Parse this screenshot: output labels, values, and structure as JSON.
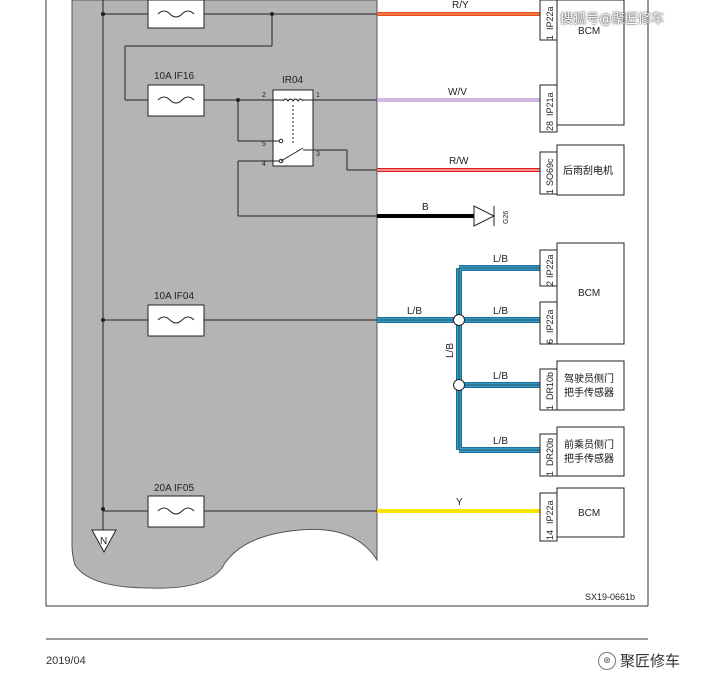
{
  "watermark": "搜狐号@聚匠修车",
  "fuses": {
    "if16": "10A IF16",
    "if04": "10A IF04",
    "if05": "20A IF05"
  },
  "relay": {
    "name": "IR04",
    "pin2": "2",
    "pin1": "1",
    "pin5": "5",
    "pin4": "4",
    "pin3": "3"
  },
  "wires": {
    "ry": "R/Y",
    "wv": "W/V",
    "rw": "R/W",
    "b": "B",
    "lb_top": "L/B",
    "lb_mid": "L/B",
    "lb_left": "L/B",
    "lb_vert": "L/B",
    "lb_dr10": "L/B",
    "lb_dr20": "L/B",
    "y": "Y"
  },
  "ground": {
    "name": "G26"
  },
  "bus": {
    "n_label": "N"
  },
  "connectors": {
    "ip22a_top": "IP22a",
    "ip22a_top_pin": "1",
    "ip21a": "IP21a",
    "ip21a_pin": "28",
    "so69c": "SO69c",
    "so69c_pin": "1",
    "ip22a_2": "IP22a",
    "ip22a_2_pin": "2",
    "ip22a_6": "IP22a",
    "ip22a_6_pin": "6",
    "dr10b": "DR10b",
    "dr10b_pin": "1",
    "dr20b": "DR20b",
    "dr20b_pin": "1",
    "ip22a_14": "IP22a",
    "ip22a_14_pin": "14"
  },
  "components": {
    "bcm_top": "BCM",
    "rear_wiper": "后雨刮电机",
    "bcm_mid": "BCM",
    "driver_sensor_l1": "驾驶员侧门",
    "driver_sensor_l2": "把手传感器",
    "pass_sensor_l1": "前乘员侧门",
    "pass_sensor_l2": "把手传感器",
    "bcm_bottom": "BCM"
  },
  "figure_id": "SX19-0661b",
  "footer": {
    "date": "2019/04",
    "brand": "聚匠修车"
  },
  "colors": {
    "fusebox_fill": "#b4b4b4",
    "wire_ry": "#e8501e",
    "wire_wv": "#a070c8",
    "wire_rw": "#e02020",
    "wire_b": "#000000",
    "wire_lb": "#2aa0d8",
    "wire_y": "#f5e600"
  }
}
